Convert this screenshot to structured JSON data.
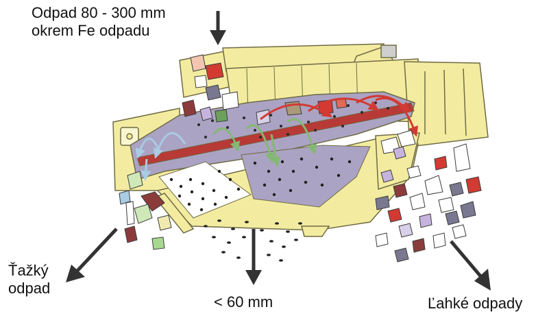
{
  "labels": {
    "input": "Odpad 80 - 300 mm\nokrem Fe odpadu",
    "heavy": "Ťažký\nodpad",
    "fines": "< 60 mm",
    "light": "Ľahké odpady"
  },
  "colors": {
    "machine_yellow": "#f3eca0",
    "machine_outline": "#6e6a44",
    "deck_purple": "#aba3c3",
    "deck_red": "#b73a36",
    "arrow_red": "#d23a32",
    "arrow_green": "#84b874",
    "arrow_blue": "#a9cbe3",
    "arrow_black": "#333333"
  }
}
